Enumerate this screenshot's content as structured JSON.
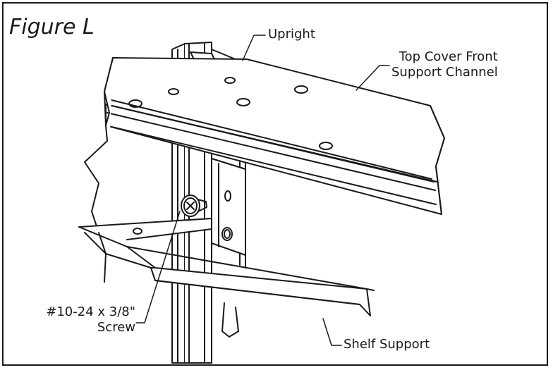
{
  "figure": {
    "title": "Figure L"
  },
  "callouts": {
    "upright": "Upright",
    "top_cover_line1": "Top Cover Front",
    "top_cover_line2": "Support Channel",
    "screw_line1": "#10-24 x 3/8\"",
    "screw_line2": "Screw",
    "shelf_support": "Shelf Support"
  },
  "colors": {
    "line": "#1a1a1a",
    "background": "#ffffff"
  }
}
